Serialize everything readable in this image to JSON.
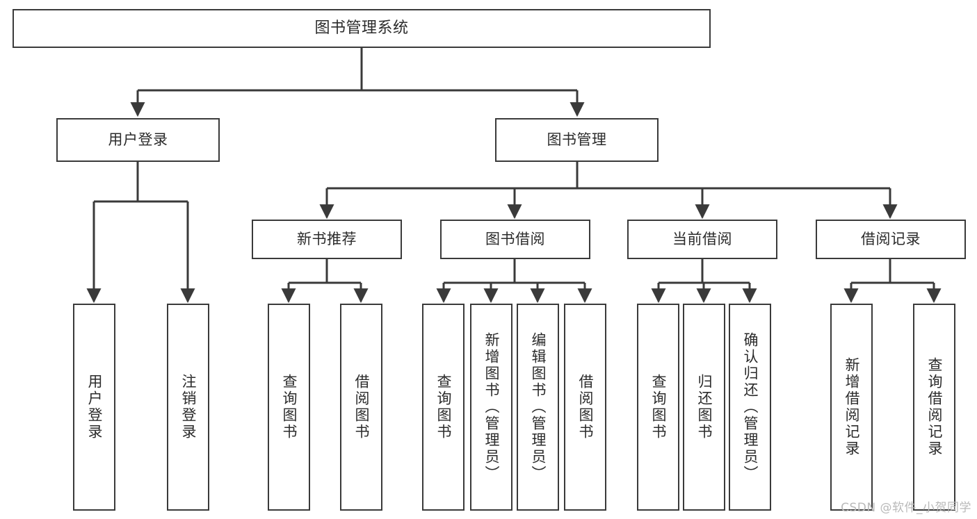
{
  "diagram": {
    "title": "图书管理系统",
    "type": "tree",
    "orientation": "top-down",
    "colors": {
      "box_border": "#3a3a3a",
      "box_fill": "#ffffff",
      "connector": "#3a3a3a",
      "text": "#2b2b2b",
      "watermark": "#b9b9b9",
      "background": "#ffffff"
    },
    "nodes": {
      "root": {
        "label": "图书管理系统"
      },
      "level2": [
        {
          "label": "用户登录"
        },
        {
          "label": "图书管理"
        }
      ],
      "level3": [
        {
          "label": "新书推荐"
        },
        {
          "label": "图书借阅"
        },
        {
          "label": "当前借阅"
        },
        {
          "label": "借阅记录"
        }
      ],
      "leaves": {
        "user_login": [
          {
            "label": "用户登录"
          },
          {
            "label": "注销登录"
          }
        ],
        "new_book_recommend": [
          {
            "label": "查询图书"
          },
          {
            "label": "借阅图书"
          }
        ],
        "book_borrow": [
          {
            "label": "查询图书"
          },
          {
            "label": "新增图书（管理员）"
          },
          {
            "label": "编辑图书（管理员）"
          },
          {
            "label": "借阅图书"
          }
        ],
        "current_borrow": [
          {
            "label": "查询图书"
          },
          {
            "label": "归还图书"
          },
          {
            "label": "确认归还（管理员）"
          }
        ],
        "borrow_record": [
          {
            "label": "新增借阅记录"
          },
          {
            "label": "查询借阅记录"
          }
        ]
      }
    },
    "watermark": "CSDN @软件_小贺同学"
  }
}
